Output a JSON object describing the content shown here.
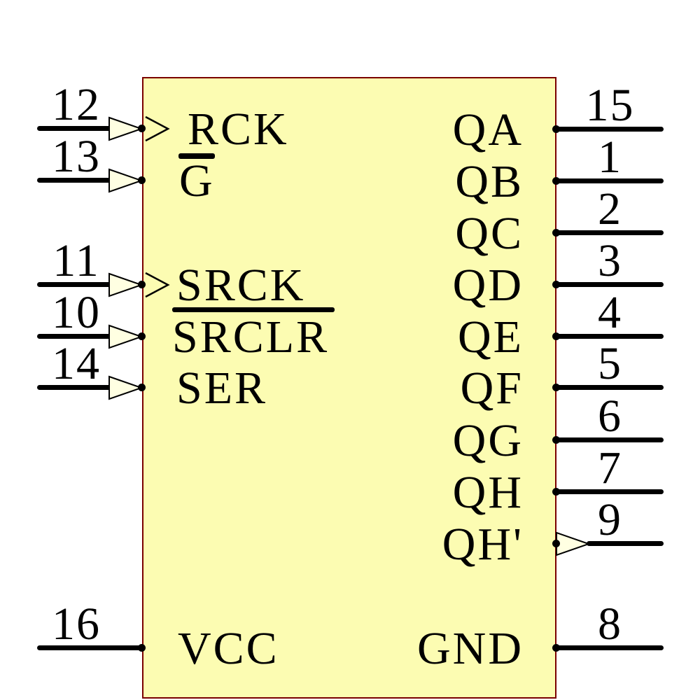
{
  "component": {
    "description": "IC schematic symbol"
  },
  "pins": {
    "left": [
      {
        "number": "12",
        "label": "RCK",
        "direction": "input",
        "clock": true
      },
      {
        "number": "13",
        "label": "G",
        "direction": "input",
        "overbar": true
      },
      {
        "number": "11",
        "label": "SRCK",
        "direction": "input",
        "clock": true
      },
      {
        "number": "10",
        "label": "SRCLR",
        "direction": "input",
        "overbar": true
      },
      {
        "number": "14",
        "label": "SER",
        "direction": "input"
      },
      {
        "number": "16",
        "label": "VCC",
        "direction": "power"
      }
    ],
    "right": [
      {
        "number": "15",
        "label": "QA",
        "direction": "output"
      },
      {
        "number": "1",
        "label": "QB",
        "direction": "output"
      },
      {
        "number": "2",
        "label": "QC",
        "direction": "output"
      },
      {
        "number": "3",
        "label": "QD",
        "direction": "output"
      },
      {
        "number": "4",
        "label": "QE",
        "direction": "output"
      },
      {
        "number": "5",
        "label": "QF",
        "direction": "output"
      },
      {
        "number": "6",
        "label": "QG",
        "direction": "output"
      },
      {
        "number": "7",
        "label": "QH",
        "direction": "output"
      },
      {
        "number": "9",
        "label": "QH'",
        "direction": "output",
        "arrow": true
      },
      {
        "number": "8",
        "label": "GND",
        "direction": "power"
      }
    ]
  },
  "colors": {
    "body_fill": "#FCFCB2",
    "body_border": "#7A0000",
    "arrow_fill": "#FFFFE2",
    "wire": "#000000",
    "text": "#000000"
  }
}
